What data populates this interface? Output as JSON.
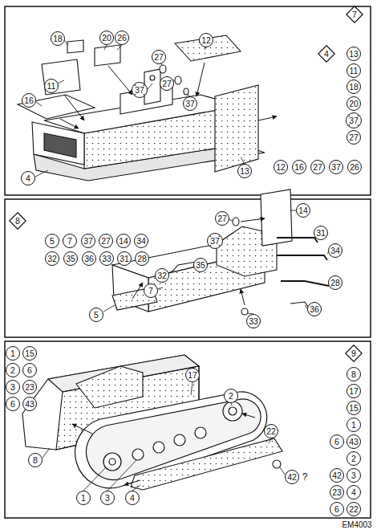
{
  "diagram": {
    "nodes": [
      {
        "text": [
          "7"
        ]
      },
      {
        "text": [
          "18"
        ]
      },
      {
        "text": [
          "20"
        ]
      },
      {
        "text": [
          "26"
        ]
      },
      {
        "text": [
          "12"
        ]
      },
      {
        "text": [
          "27"
        ]
      },
      {
        "text": [
          "4"
        ]
      },
      {
        "text": [
          "13"
        ]
      },
      {
        "text": [
          "11"
        ]
      },
      {
        "text": [
          "18"
        ]
      },
      {
        "text": [
          "20"
        ]
      },
      {
        "text": [
          "37"
        ]
      },
      {
        "text": [
          "27"
        ]
      },
      {
        "text": [
          "11"
        ]
      },
      {
        "text": [
          "27"
        ]
      },
      {
        "text": [
          "37"
        ]
      },
      {
        "text": [
          "16"
        ]
      },
      {
        "text": [
          "37"
        ]
      },
      {
        "text": [
          "12"
        ]
      },
      {
        "text": [
          "16"
        ]
      },
      {
        "text": [
          "27"
        ]
      },
      {
        "text": [
          "37"
        ]
      },
      {
        "text": [
          "26"
        ]
      },
      {
        "text": [
          "13"
        ]
      },
      {
        "text": [
          "4"
        ]
      },
      {
        "text": [
          "14"
        ]
      },
      {
        "text": [
          "8"
        ]
      },
      {
        "text": [
          "27"
        ]
      },
      {
        "text": [
          "5"
        ]
      },
      {
        "text": [
          "7"
        ]
      },
      {
        "text": [
          "37"
        ]
      },
      {
        "text": [
          "27"
        ]
      },
      {
        "text": [
          "14"
        ]
      },
      {
        "text": [
          "34"
        ]
      },
      {
        "text": [
          "37"
        ]
      },
      {
        "text": [
          "31"
        ]
      },
      {
        "text": [
          "32"
        ]
      },
      {
        "text": [
          "35"
        ]
      },
      {
        "text": [
          "36"
        ]
      },
      {
        "text": [
          "33"
        ]
      },
      {
        "text": [
          "31"
        ]
      },
      {
        "text": [
          "28"
        ]
      },
      {
        "text": [
          "34"
        ]
      },
      {
        "text": [
          "35"
        ]
      },
      {
        "text": [
          "32"
        ]
      },
      {
        "text": [
          "7"
        ]
      },
      {
        "text": [
          "28"
        ]
      },
      {
        "text": [
          "36"
        ]
      },
      {
        "text": [
          "5"
        ]
      },
      {
        "text": [
          "33"
        ]
      },
      {
        "text": [
          "1"
        ]
      },
      {
        "text": [
          "15"
        ]
      },
      {
        "text": [
          "9"
        ]
      },
      {
        "text": [
          "2"
        ]
      },
      {
        "text": [
          "6"
        ]
      },
      {
        "text": [
          "17"
        ]
      },
      {
        "text": [
          "8"
        ]
      },
      {
        "text": [
          "3"
        ]
      },
      {
        "text": [
          "23"
        ]
      },
      {
        "text": [
          "17"
        ]
      },
      {
        "text": [
          "2"
        ]
      },
      {
        "text": [
          "6"
        ]
      },
      {
        "text": [
          "43"
        ]
      },
      {
        "text": [
          "15"
        ]
      },
      {
        "text": [
          "1"
        ]
      },
      {
        "text": [
          "22"
        ]
      },
      {
        "text": [
          "6"
        ]
      },
      {
        "text": [
          "43"
        ]
      },
      {
        "text": [
          "8"
        ]
      },
      {
        "text": [
          "2"
        ]
      },
      {
        "text": [
          "42"
        ]
      },
      {
        "text": [
          "42"
        ]
      },
      {
        "text": [
          "3"
        ]
      },
      {
        "text": [
          "23"
        ]
      },
      {
        "text": [
          "4"
        ]
      },
      {
        "text": [
          "1"
        ]
      },
      {
        "text": [
          "3"
        ]
      },
      {
        "text": [
          "4"
        ]
      },
      {
        "text": [
          "6"
        ]
      },
      {
        "text": [
          "22"
        ]
      }
    ],
    "labels": [
      "?",
      "EM4003"
    ]
  }
}
